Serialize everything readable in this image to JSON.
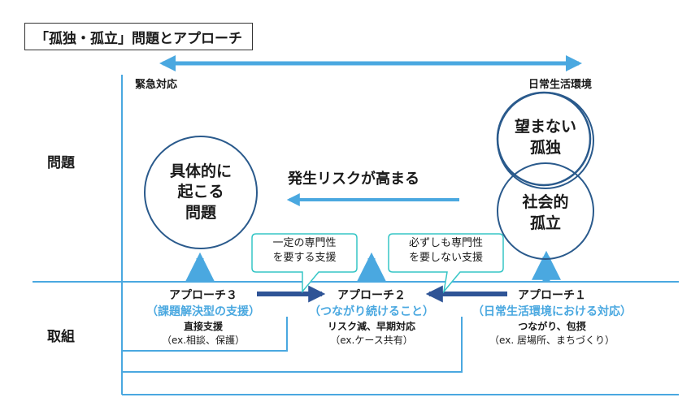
{
  "title": "「孤独・孤立」問題とアプローチ",
  "axis": {
    "left_label": "緊急対応",
    "right_label": "日常生活環境"
  },
  "rows": {
    "top": "問題",
    "bottom": "取組"
  },
  "circles": {
    "concrete_problems": "具体的に\n起こる\n問題",
    "unwanted_loneliness": "望まない\n孤独",
    "social_isolation": "社会的\n孤立"
  },
  "risk_label": "発生リスクが高まる",
  "bubbles": {
    "specialized": "一定の専門性\nを要する支援",
    "not_specialized": "必ずしも専門性\nを要しない支援"
  },
  "approaches": [
    {
      "title": "アプローチ３",
      "subtitle": "（課題解決型の支援）",
      "detail1": "直接支援",
      "detail2": "（ex.相談、保護）"
    },
    {
      "title": "アプローチ２",
      "subtitle": "（つながり続けること）",
      "detail1": "リスク減、早期対応",
      "detail2": "（ex.ケース共有）"
    },
    {
      "title": "アプローチ１",
      "subtitle": "（日常生活環境における対応）",
      "detail1": "つながり、包摂",
      "detail2": "（ex. 居場所、まちづくり）"
    }
  ],
  "colors": {
    "accent": "#4aa8e0",
    "circle_border": "#2a5a8c",
    "dark_arrow": "#2f5496",
    "bubble_border": "#36c6c6"
  }
}
